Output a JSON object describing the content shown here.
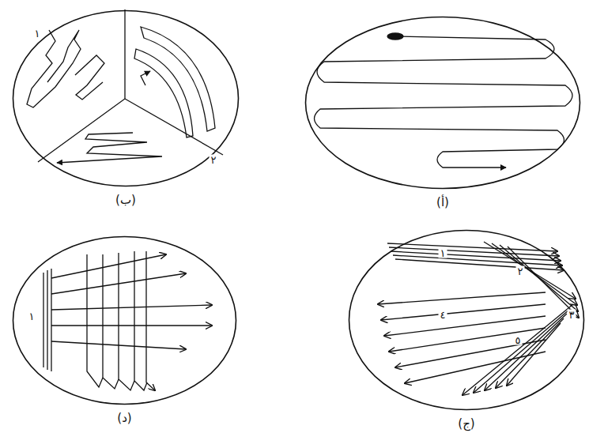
{
  "diagram": {
    "nodes": [
      {
        "text": [
          "(أ)"
        ]
      },
      {
        "text": [
          "(ب)",
          "١",
          "٢"
        ]
      },
      {
        "text": [
          "(ج)",
          "١",
          "٢",
          "٣",
          "٤",
          "٥"
        ]
      },
      {
        "text": [
          "(د)",
          "١"
        ]
      }
    ]
  }
}
